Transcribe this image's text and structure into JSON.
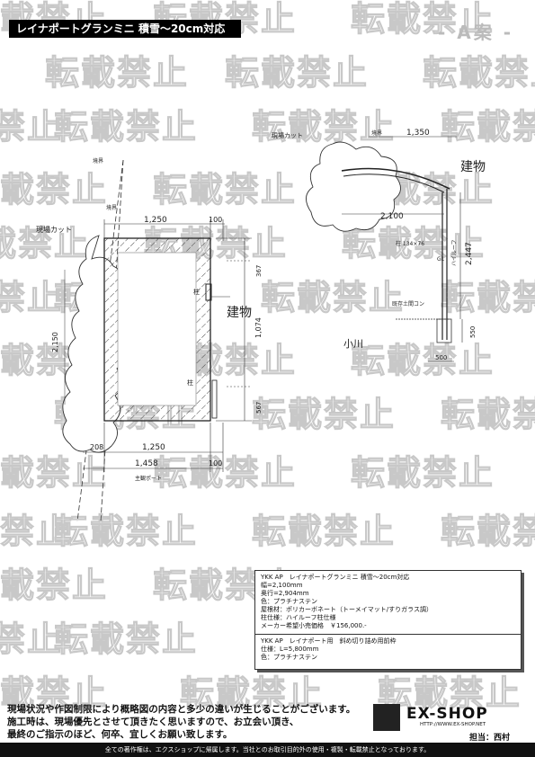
{
  "header": {
    "title": "レイナポートグランミニ 積雪～20cm対応",
    "plan": "- A案 -"
  },
  "watermark": "転載禁止",
  "plan_view": {
    "dim_top_a": "1,250",
    "dim_top_b": "100",
    "dim_bottom_a": "1,250",
    "dim_bottom_total": "1,458",
    "dim_bottom_b": "100",
    "dim_left_offset": "208",
    "dim_left": "2,150",
    "dim_right_top": "367",
    "dim_right_mid": "1,074",
    "dim_right_bottom": "567",
    "label_boundary": "境界",
    "label_boundary2": "境界",
    "label_onsite_cut": "現場カット",
    "label_building": "建物",
    "label_small_river": "小川",
    "label_post1": "柱",
    "label_post2": "柱",
    "label_rear": "主観ポート"
  },
  "elevation_view": {
    "label_onsite_cut": "現場カット",
    "label_boundary": "境界",
    "dim_depth": "1,350",
    "label_building": "建物",
    "dim_width": "2,100",
    "dim_height": "2,447",
    "label_gl": "GL",
    "label_post_size": "柱 134×76",
    "label_roof": "ハイルーフ",
    "label_foundation": "既存土間コン",
    "dim_depth_foundation": "550",
    "dim_base": "500",
    "label_small_river": "小川"
  },
  "spec": {
    "line1": "YKK AP　レイナポートグランミニ 積雪～20cm対応",
    "line2": "幅=2,100mm",
    "line3": "奥行=2,904mm",
    "line4": "色：プラチナステン",
    "line5": "屋根材：ポリカーボネート（トーメイマット/すりガラス調）",
    "line6": "柱仕様：ハイルーフ柱仕様",
    "line7": "メーカー希望小売価格　￥156,000.-",
    "line8": "YKK AP　レイナポート用　斜め切り詰め用前枠",
    "line9": "仕様：L=5,800mm",
    "line10": "色：プラチナステン"
  },
  "notes": {
    "line1": "現場状況や作図制限により概略図の内容と多少の違いが生じることがございます。",
    "line2": "施工時は、現場優先とさせて頂きたく思いますので、お立会い頂き、",
    "line3": "最終のご指示のほど、何卒、宜しくお願い致します。"
  },
  "brand": {
    "name": "EX-SHOP",
    "url": "HTTP://WWW.EX-SHOP.NET",
    "person": "担当：西村"
  },
  "footer": "全ての著作権は、エクスショップに帰属します。当社とのお取引目的外の使用・複製・転載禁止となっております。"
}
